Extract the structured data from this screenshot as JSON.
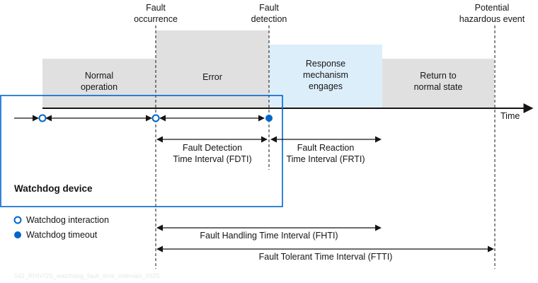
{
  "events": {
    "fault_occurrence": "Fault\noccurrence",
    "fault_detection": "Fault\ndetection",
    "potential_hazard": "Potential\nhazardous event"
  },
  "phases": [
    {
      "label": "Normal\noperation",
      "fill": "#e0e0e0"
    },
    {
      "label": "Error",
      "fill": "#e0e0e0"
    },
    {
      "label": "Response\nmechanism\nengages",
      "fill": "#ddeefb"
    },
    {
      "label": "Return to\nnormal state",
      "fill": "#e0e0e0"
    }
  ],
  "timeline": {
    "axis_label": "Time"
  },
  "watchdog": {
    "box_label": "Watchdog device",
    "border_color": "#0066cc"
  },
  "intervals": {
    "fdti": "Fault Detection\nTime Interval (FDTI)",
    "frti": "Fault Reaction\nTime Interval (FRTI)",
    "fhti": "Fault Handling Time Interval (FHTI)",
    "ftti": "Fault Tolerant Time Interval (FTTI)"
  },
  "legend": {
    "interaction": "Watchdog interaction",
    "timeout": "Watchdog timeout"
  },
  "colors": {
    "marker": "#0066cc",
    "line": "#151515"
  },
  "watermark": "541_RHIVOS_watchdog_fault_time_intervals_0925"
}
